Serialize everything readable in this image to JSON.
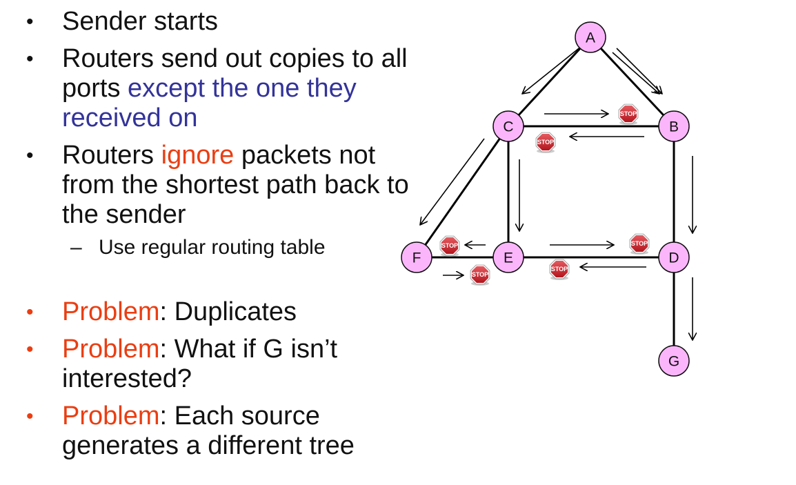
{
  "bullets": [
    {
      "parts": [
        {
          "text": "Sender starts"
        }
      ]
    },
    {
      "parts": [
        {
          "text": "Routers send out copies to all ports "
        },
        {
          "text": "except the one they received on",
          "color": "blue"
        }
      ]
    },
    {
      "parts": [
        {
          "text": "Routers "
        },
        {
          "text": "ignore",
          "color": "red"
        },
        {
          "text": " packets not from the shortest path back to the sender"
        }
      ]
    }
  ],
  "sub_bullet": "Use regular routing table",
  "problems": [
    {
      "label": "Problem",
      "text": ": Duplicates"
    },
    {
      "label": "Problem",
      "text": ": What if G isn’t interested?"
    },
    {
      "label": "Problem",
      "text": ": Each source generates a different tree"
    }
  ],
  "diagram": {
    "nodes": [
      "A",
      "B",
      "C",
      "D",
      "E",
      "F",
      "G"
    ],
    "stop_label": "STOP",
    "colors": {
      "node_fill": "#fbb6fb",
      "stop_sign": "#c8232b",
      "highlight_blue": "#33339a",
      "highlight_red": "#ea3e12"
    }
  }
}
